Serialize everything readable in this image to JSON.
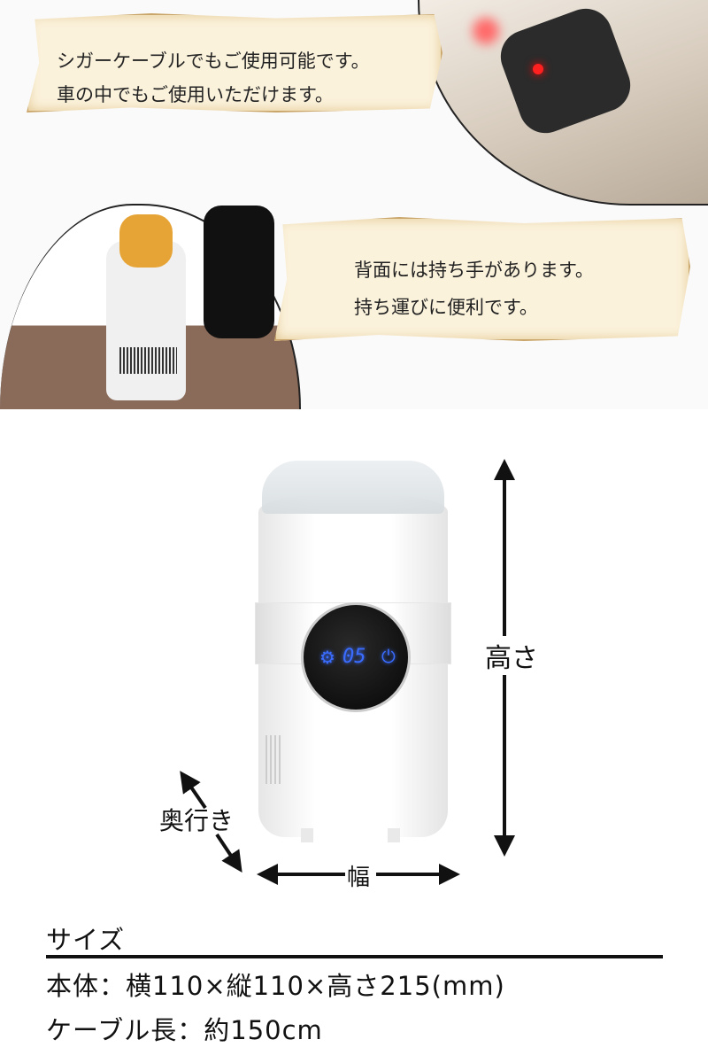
{
  "banner1": {
    "line1": "シガーケーブルでもご使用可能です。",
    "line2": "車の中でもご使用いただけます。"
  },
  "banner2": {
    "line1": "背面には持ち手があります。",
    "line2": "持ち運びに便利です。"
  },
  "product": {
    "display_value": "05"
  },
  "dimensions": {
    "height_label": "高さ",
    "width_label": "幅",
    "depth_label": "奥行き"
  },
  "specs": {
    "title": "サイズ",
    "body": "本体：横110×縦110×高さ215(mm)",
    "cable": "ケーブル長：約150cm"
  }
}
